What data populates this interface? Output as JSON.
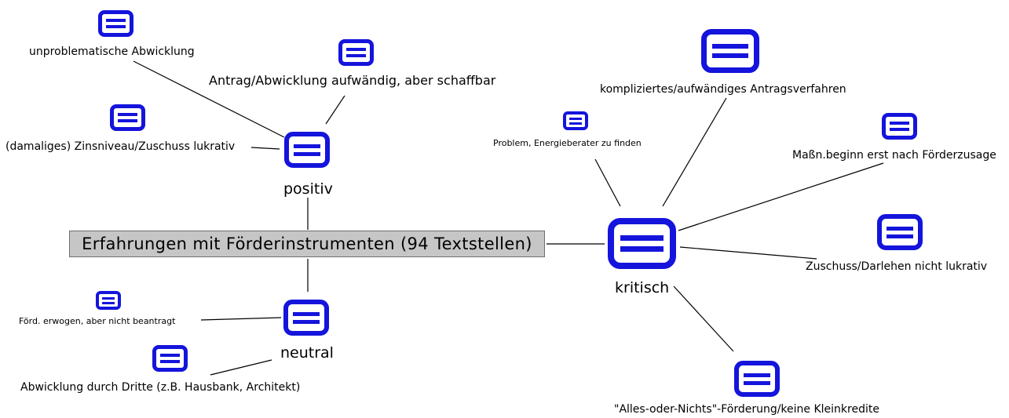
{
  "diagram": {
    "root": {
      "label": "Erfahrungen mit Förderinstrumenten (94 Textstellen)"
    },
    "branches": {
      "positiv": {
        "label": "positiv",
        "children": [
          "unproblematische Abwicklung",
          "Antrag/Abwicklung aufwändig, aber schaffbar",
          "(damaliges) Zinsniveau/Zuschuss lukrativ"
        ]
      },
      "neutral": {
        "label": "neutral",
        "children": [
          "Förd. erwogen, aber nicht beantragt",
          "Abwicklung durch Dritte (z.B. Hausbank, Architekt)"
        ]
      },
      "kritisch": {
        "label": "kritisch",
        "children": [
          "kompliziertes/aufwändiges Antragsverfahren",
          "Problem, Energieberater zu finden",
          "Maßn.beginn erst nach Förderzusage",
          "Zuschuss/Darlehen nicht lukrativ",
          "\"Alles-oder-Nichts\"-Förderung/keine Kleinkredite"
        ]
      }
    },
    "colors": {
      "icon": "#1414dc",
      "root_fill": "#c6c6c6",
      "root_border": "#6e6e6e",
      "line": "#000000"
    },
    "icon_name": "note-icon"
  }
}
